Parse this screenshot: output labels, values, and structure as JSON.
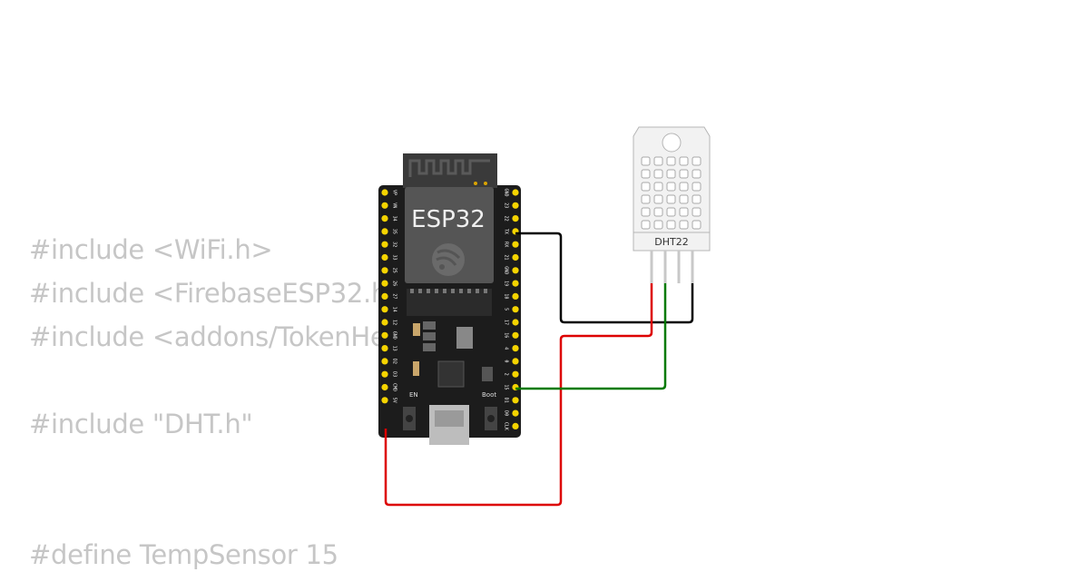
{
  "code_lines": [
    "#include <WiFi.h>",
    "#include <FirebaseESP32.h>",
    "#include <addons/TokenHelper.h>",
    "",
    "#include \"DHT.h\"",
    "",
    "",
    "#define TempSensor 15"
  ],
  "board": {
    "name": "ESP32",
    "buttons": {
      "en": "EN",
      "boot": "Boot"
    },
    "left_pins": [
      "VP",
      "VN",
      "34",
      "35",
      "32",
      "33",
      "25",
      "26",
      "27",
      "14",
      "12",
      "GND",
      "13",
      "D2",
      "D3",
      "CMD",
      "5V"
    ],
    "right_pins": [
      "GND",
      "23",
      "22",
      "TX",
      "RX",
      "21",
      "GND",
      "19",
      "18",
      "5",
      "17",
      "16",
      "4",
      "0",
      "2",
      "15",
      "D1",
      "D0",
      "CLK"
    ]
  },
  "sensor": {
    "name": "DHT22"
  },
  "colors": {
    "wire_gnd": "#000000",
    "wire_vcc": "#dd0000",
    "wire_data": "#007a00",
    "board": "#1c1c1c",
    "pin": "#f5d400",
    "sensor_body": "#f2f2f2",
    "code_text": "#c6c6c6"
  }
}
